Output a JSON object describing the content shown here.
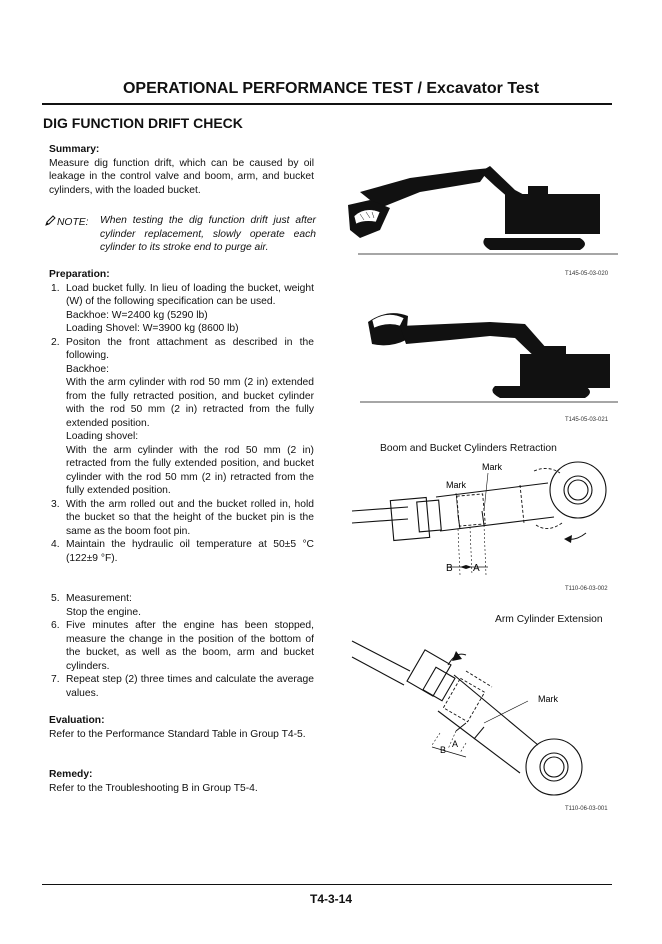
{
  "header": {
    "title": "OPERATIONAL PERFORMANCE TEST / Excavator Test"
  },
  "section": {
    "title": "DIG FUNCTION DRIFT CHECK"
  },
  "summary": {
    "heading": "Summary:",
    "text": "Measure dig function drift, which can be caused by oil leakage in the control valve and boom, arm, and bucket cylinders, with the loaded bucket."
  },
  "note": {
    "label": "NOTE:",
    "text": "When testing the dig function drift just after cylinder replacement, slowly operate each cylinder to its stroke end to purge air."
  },
  "preparation": {
    "heading": "Preparation:",
    "steps": [
      {
        "num": "1.",
        "lines": [
          "Load bucket fully. In lieu of loading the bucket, weight (W) of the following specification can be used.",
          "Backhoe: W=2400 kg (5290 lb)",
          "Loading Shovel: W=3900 kg (8600 lb)"
        ]
      },
      {
        "num": "2.",
        "lines": [
          "Positon the front attachment as described in the following.",
          "Backhoe:",
          "With the arm cylinder with rod 50 mm (2 in) extended from the fully retracted position, and bucket cylinder with the rod 50 mm (2 in) retracted from the fully extended position.",
          "Loading shovel:",
          "With the arm cylinder with the rod 50 mm (2 in) retracted from the fully extended position, and bucket cylinder with the rod 50 mm (2 in) retracted from the fully extended position."
        ]
      },
      {
        "num": "3.",
        "lines": [
          "With the arm rolled out and the bucket rolled in, hold the bucket so that the height of the bucket pin is the same as the boom foot pin."
        ]
      },
      {
        "num": "4.",
        "lines": [
          "Maintain the hydraulic oil temperature at 50±5 °C (122±9 °F)."
        ]
      }
    ]
  },
  "measurement": {
    "steps": [
      {
        "num": "5.",
        "lines": [
          "Measurement:",
          "Stop the engine."
        ]
      },
      {
        "num": "6.",
        "lines": [
          "Five minutes after the engine has been stopped, measure the change in the position of the bottom of the bucket, as well as the boom, arm and bucket cylinders."
        ]
      },
      {
        "num": "7.",
        "lines": [
          "Repeat step (2) three times and calculate the average values."
        ]
      }
    ]
  },
  "evaluation": {
    "heading": "Evaluation:",
    "text": "Refer to the Performance Standard Table in Group T4-5."
  },
  "remedy": {
    "heading": "Remedy:",
    "text": "Refer to the Troubleshooting B in Group T5-4."
  },
  "figures": {
    "fig1": {
      "caption": "T145-05-03-020"
    },
    "fig2": {
      "caption": "T145-05-03-021"
    },
    "fig3": {
      "title": "Boom and Bucket Cylinders Retraction",
      "mark_top": "Mark",
      "mark_left": "Mark",
      "label_b": "B",
      "label_a": "A",
      "caption": "T110-06-03-002"
    },
    "fig4": {
      "title": "Arm Cylinder Extension",
      "mark": "Mark",
      "label_b": "B",
      "label_a": "A",
      "caption": "T110-06-03-001"
    }
  },
  "footer": {
    "page_number": "T4-3-14"
  },
  "icons": {
    "note": "pencil-icon"
  }
}
